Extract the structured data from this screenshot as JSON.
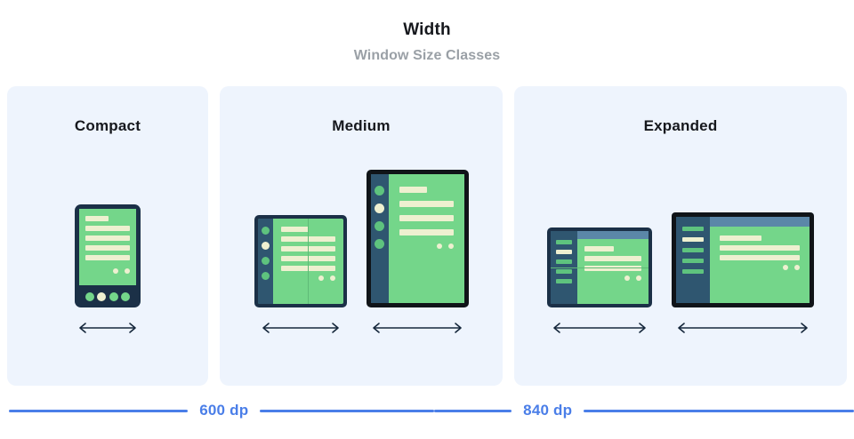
{
  "header": {
    "title": "Width",
    "subtitle": "Window Size Classes"
  },
  "panels": [
    {
      "key": "compact",
      "title": "Compact",
      "devices": [
        {
          "name": "phone",
          "type": "phone",
          "frame_color": "#1b3047",
          "screen_color": "#74d68a",
          "nav_dots": [
            "inactive",
            "active",
            "inactive",
            "inactive"
          ],
          "lines": [
            "short",
            "full",
            "full",
            "full",
            "full"
          ],
          "content_dots": 2,
          "arrow_width": 70
        }
      ]
    },
    {
      "key": "medium",
      "title": "Medium",
      "devices": [
        {
          "name": "foldable-portrait",
          "type": "fold",
          "frame_color": "#1b3047",
          "rail_color": "#2f5670",
          "screen_color": "#74d68a",
          "rail_dots": [
            "inactive",
            "active",
            "inactive",
            "inactive"
          ],
          "lines": [
            "short",
            "full",
            "full",
            "full",
            "full"
          ],
          "content_dots": 2,
          "fold_line": true,
          "arrow_width": 92
        },
        {
          "name": "tablet-portrait",
          "type": "tablet-portrait",
          "frame_color": "#101418",
          "rail_color": "#2f5670",
          "screen_color": "#74d68a",
          "rail_dots": [
            "inactive",
            "active",
            "inactive",
            "inactive"
          ],
          "lines": [
            "short",
            "full",
            "full",
            "full"
          ],
          "content_dots": 2,
          "arrow_width": 106
        }
      ]
    },
    {
      "key": "expanded",
      "title": "Expanded",
      "devices": [
        {
          "name": "foldable-landscape",
          "type": "fold-landscape",
          "frame_color": "#1b3047",
          "rail_color": "#2f5670",
          "screen_color": "#74d68a",
          "topbar_color": "#5b87a8",
          "rail_bars": [
            "inactive",
            "active",
            "inactive",
            "inactive",
            "inactive"
          ],
          "lines": [
            "short",
            "full",
            "full"
          ],
          "content_dots": 2,
          "fold_line": true,
          "arrow_width": 110
        },
        {
          "name": "tablet-landscape",
          "type": "tablet-landscape",
          "frame_color": "#101418",
          "rail_color": "#2f5670",
          "screen_color": "#74d68a",
          "topbar_color": "#5b87a8",
          "rail_bars": [
            "inactive",
            "active",
            "inactive",
            "inactive",
            "inactive"
          ],
          "lines": [
            "short",
            "full",
            "full"
          ],
          "content_dots": 2,
          "arrow_width": 152
        }
      ]
    }
  ],
  "measures": [
    {
      "label": "600 dp",
      "left_line": 212,
      "right_line": 206
    },
    {
      "label": "840 dp",
      "left_line": 92,
      "right_line": 320
    }
  ],
  "colors": {
    "panel_bg": "#eef4fd",
    "accent_blue": "#4a7ee8",
    "dark_navy": "#1b3047",
    "green": "#74d68a",
    "cream": "#eef0d0",
    "gray_text": "#9aa0a6"
  }
}
